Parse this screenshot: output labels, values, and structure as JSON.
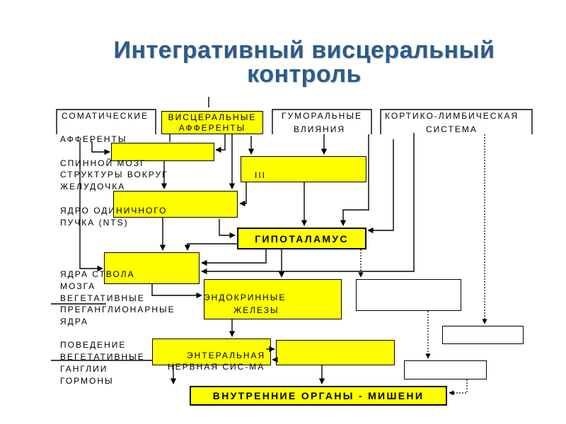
{
  "title": {
    "line1": "Интегративный висцеральный",
    "line2": "контроль"
  },
  "headers": {
    "somatic": "СОМАТИЧЕСКИЕ",
    "visceral": [
      "ВИСЦЕРАЛЬНЫЕ",
      "АФФЕРЕНТЫ"
    ],
    "humoral": [
      "ГУМОРАЛЬНЫЕ",
      "ВЛИЯНИЯ"
    ],
    "cortico_limbic": [
      "КОРТИКО-ЛИМБИЧЕСКАЯ",
      "СИСТЕМА"
    ]
  },
  "left_labels": [
    "АФФЕРЕНТЫ",
    "СПИННОЙ МОЗГ",
    "СТРУКТУРЫ ВОКРУГ",
    "ЖЕЛУДОЧКА",
    "ЯДРО ОДИНИЧНОГО",
    "ПУЧКА (NTS)",
    "ЯДРА СТВОЛА",
    "МОЗГА",
    "ВЕГЕТАТИВНЫЕ",
    "ПРЕГАНГЛИОНАРНЫЕ",
    "ЯДРА",
    "ПОВЕДЕНИЕ",
    "ВЕГЕТАТИВНЫЕ",
    "ГАНГЛИИ",
    "ГОРМОНЫ"
  ],
  "boxes": {
    "third_ventricle": "III",
    "hypothalamus": "ГИПОТАЛАМУС",
    "endocrine": [
      "ЭНДОКРИННЫЕ",
      "ЖЕЛЕЗЫ"
    ],
    "enteral": [
      "ЭНТЕРАЛЬНАЯ",
      "НЕРВНАЯ СИС-МА"
    ],
    "targets": "ВНУТРЕННИЕ ОРГАНЫ - МИШЕНИ"
  },
  "colors": {
    "title": "#2b5b8c",
    "box_fill": "#ffff00",
    "line": "#000000"
  }
}
